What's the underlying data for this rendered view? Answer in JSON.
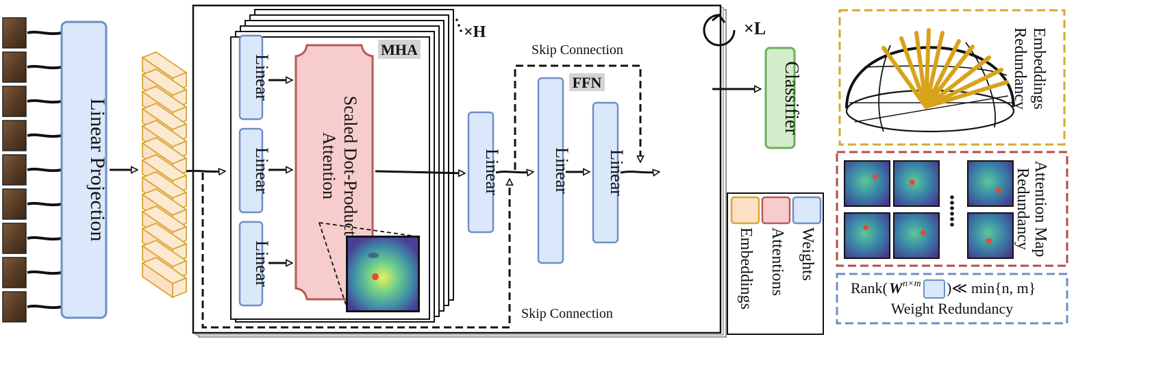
{
  "labels": {
    "linear_projection": "Linear Projection",
    "linear": "Linear",
    "scaled_attention_line1": "Scaled Dot-Product",
    "scaled_attention_line2": "Attention",
    "mha": "MHA",
    "ffn": "FFN",
    "times_h": "×H",
    "times_l": "×L",
    "skip_connection": "Skip Connection",
    "classifier": "Classifier"
  },
  "legend": {
    "embeddings": "Embeddings",
    "attentions": "Attentions",
    "weights": "Weights"
  },
  "redundancy": {
    "embeddings_line1": "Embeddings",
    "embeddings_line2": "Redundancy",
    "attention_line1": "Attention Map",
    "attention_line2": "Redundancy",
    "rank_prefix": "Rank(",
    "rank_w": "W",
    "rank_sup": "n×m",
    "rank_suffix": ")≪ min{n, m}",
    "weight": "Weight Redundancy"
  },
  "colors": {
    "weight_fill": "#dbe7fb",
    "weight_stroke": "#6d8fc4",
    "attention_fill": "#f7cccc",
    "attention_stroke": "#b55a5a",
    "embedding_fill": "#fbe0c4",
    "embedding_stroke": "#d9a634",
    "classifier_fill": "#d3ecc9",
    "classifier_stroke": "#6ab05c",
    "embedding_redundancy_border": "#d8a72c",
    "attention_redundancy_border": "#b54a4a",
    "weight_redundancy_border": "#6d8fc4"
  }
}
